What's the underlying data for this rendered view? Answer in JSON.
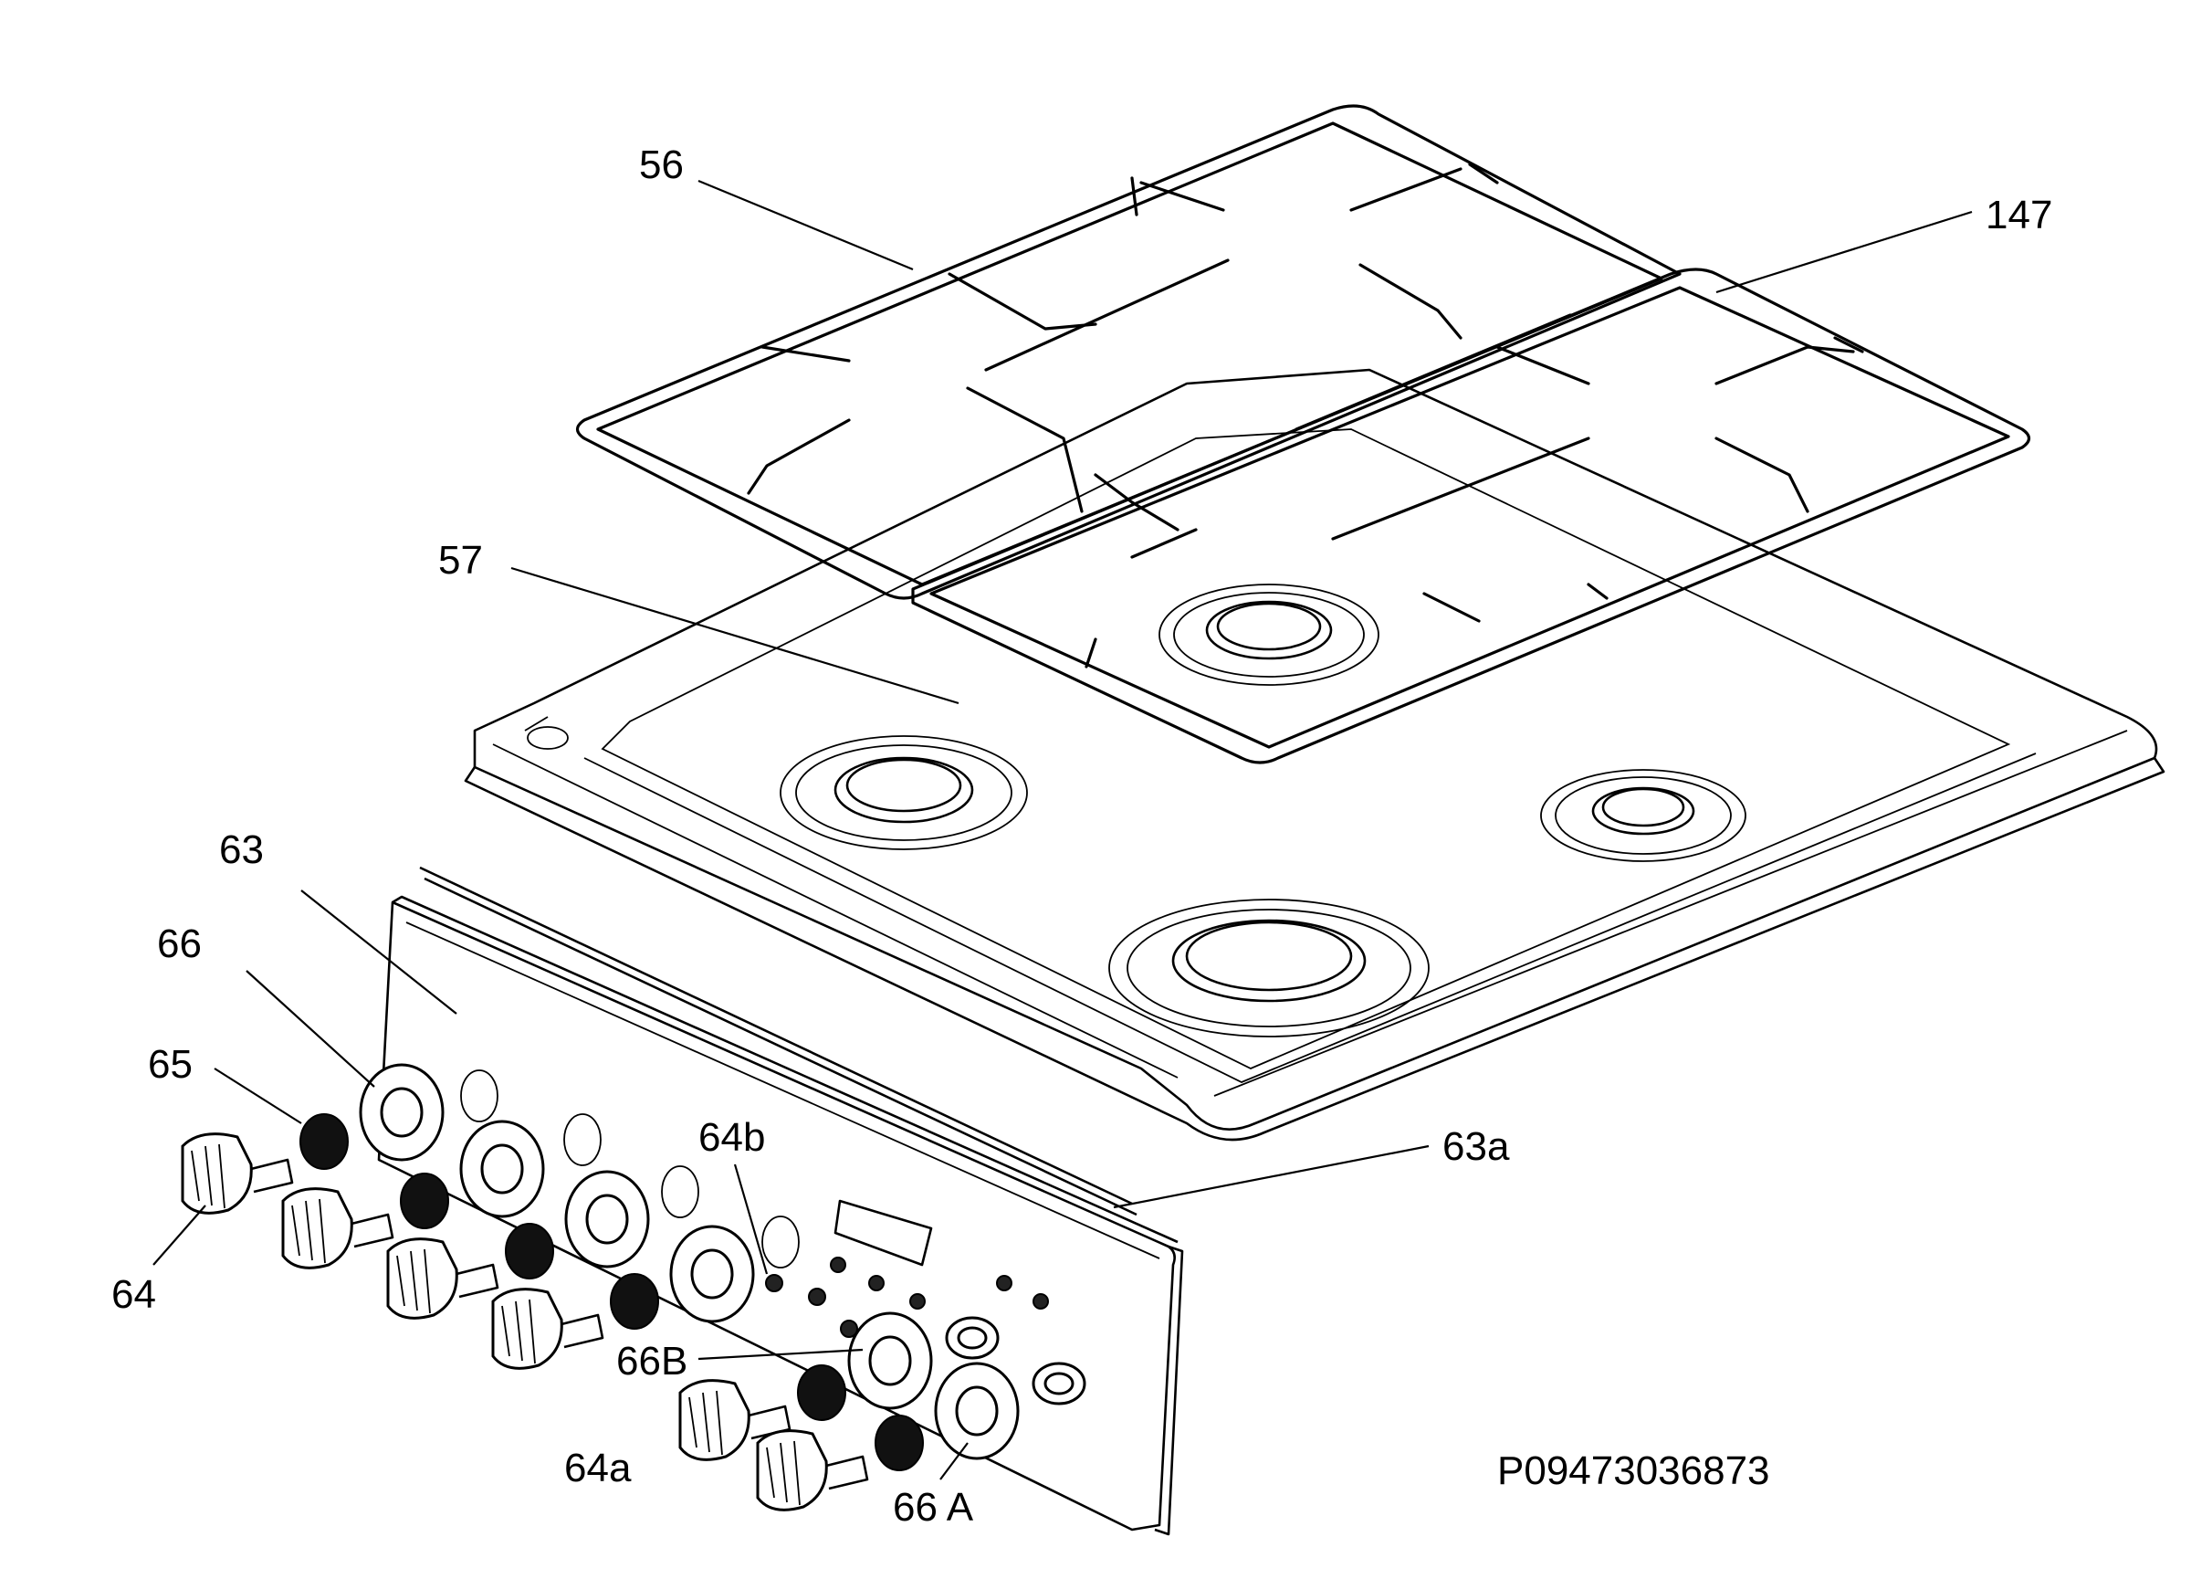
{
  "diagram": {
    "part_code": "P09473036873",
    "callouts": [
      {
        "id": "56",
        "text": "56"
      },
      {
        "id": "147",
        "text": "147"
      },
      {
        "id": "57",
        "text": "57"
      },
      {
        "id": "63",
        "text": "63"
      },
      {
        "id": "66",
        "text": "66"
      },
      {
        "id": "65",
        "text": "65"
      },
      {
        "id": "64b",
        "text": "64b"
      },
      {
        "id": "63a",
        "text": "63a"
      },
      {
        "id": "64",
        "text": "64"
      },
      {
        "id": "66B",
        "text": "66B"
      },
      {
        "id": "64a",
        "text": "64a"
      },
      {
        "id": "66A",
        "text": "66 A"
      }
    ]
  }
}
